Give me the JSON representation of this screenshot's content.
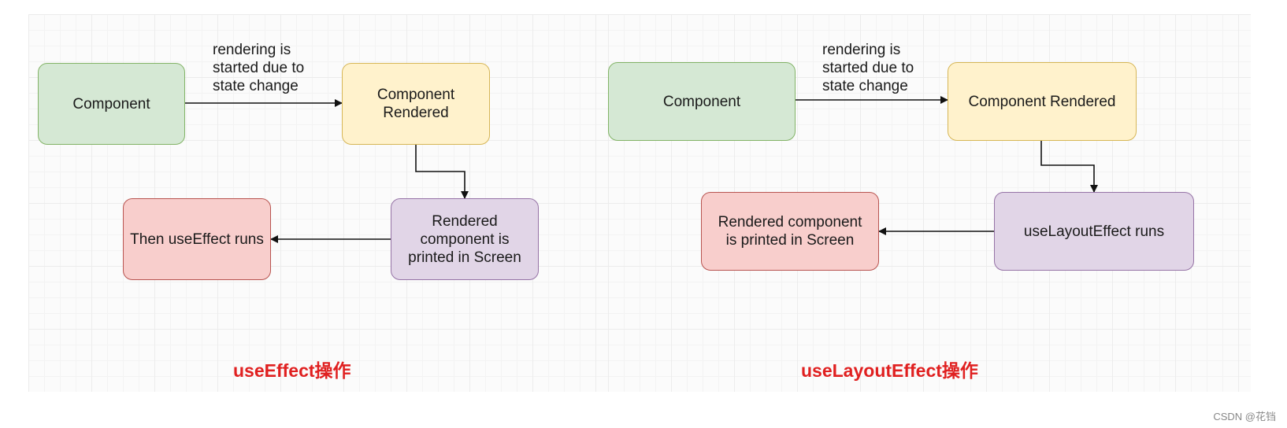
{
  "left": {
    "nodes": {
      "component": "Component",
      "rendered": "Component Rendered",
      "printed": "Rendered component is printed in Screen",
      "effect": "Then useEffect runs"
    },
    "edge_label": "rendering is\nstarted due to\nstate change",
    "caption": "useEffect操作"
  },
  "right": {
    "nodes": {
      "component": "Component",
      "rendered": "Component Rendered",
      "layout_effect": "useLayoutEffect runs",
      "printed": "Rendered component is printed in Screen"
    },
    "edge_label": "rendering is\nstarted due to\nstate change",
    "caption": "useLayoutEffect操作"
  },
  "watermark": "CSDN @花铛",
  "colors": {
    "green_fill": "#d5e8d4",
    "green_stroke": "#82b366",
    "yellow_fill": "#fff2cc",
    "yellow_stroke": "#d6b656",
    "purple_fill": "#e1d5e7",
    "purple_stroke": "#9673a6",
    "red_fill": "#f8cecc",
    "red_stroke": "#b85450",
    "caption": "#e02020"
  }
}
